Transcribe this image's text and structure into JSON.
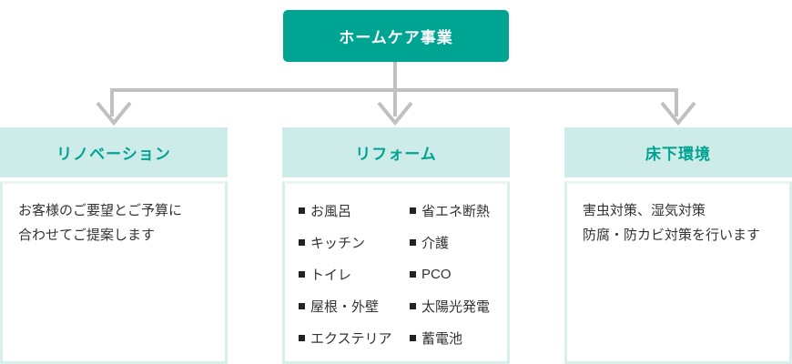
{
  "diagram": {
    "root": {
      "label": "ホームケア事業"
    },
    "branches": [
      {
        "title": "リノベーション",
        "lines": [
          "お客様のご要望とご予算に",
          "合わせてご提案します"
        ]
      },
      {
        "title": "リフォーム",
        "items_left": [
          "お風呂",
          "キッチン",
          "トイレ",
          "屋根・外壁",
          "エクステリア"
        ],
        "items_right": [
          "省エネ断熱",
          "介護",
          "PCO",
          "太陽光発電",
          "蓄電池"
        ]
      },
      {
        "title": "床下環境",
        "lines": [
          "害虫対策、湿気対策",
          "防腐・防カビ対策を行います"
        ]
      }
    ],
    "colors": {
      "accent": "#00a492",
      "accent_light": "#cdebe8",
      "connector": "#c0c0c0",
      "body_border": "#d9efec",
      "text": "#333333",
      "bullet": "#222222",
      "root_text": "#ffffff"
    }
  }
}
